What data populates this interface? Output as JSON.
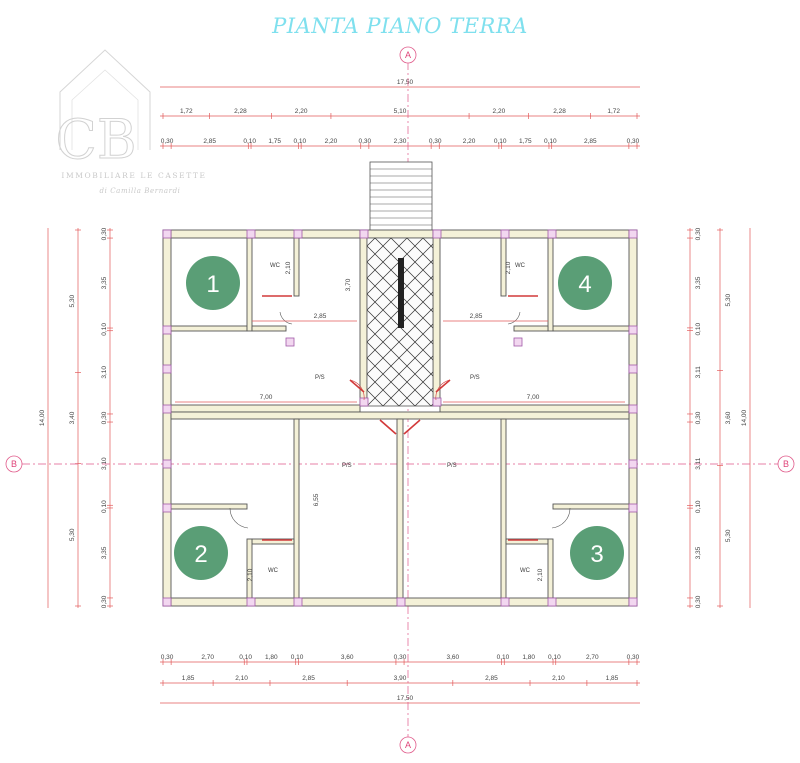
{
  "title": "PIANTA PIANO TERRA",
  "brand": {
    "monogram": "CB",
    "line1": "IMMOBILIARE LE CASETTE",
    "line2": "di Camilla Bernardi",
    "color": "#c9c9c9"
  },
  "colors": {
    "title": "#7fe0ee",
    "dim_line": "#e25a5a",
    "axis": "#e05a8a",
    "badge": "#5a9e76",
    "wall_fill": "#f4f1d8",
    "pillar": "#f2d7f0",
    "annotation": "#33c2d6"
  },
  "axes": {
    "vertical": "A",
    "horizontal": "B"
  },
  "units": [
    "1",
    "4",
    "2",
    "3"
  ],
  "dims_top": {
    "total": "17,50",
    "row2": [
      "1,72",
      "2,28",
      "2,20",
      "5,10",
      "2,20",
      "2,28",
      "1,72"
    ],
    "row3": [
      "0,30",
      "2,85",
      "0,10",
      "1,75",
      "0,10",
      "2,20",
      "0,30",
      "2,30",
      "0,30",
      "2,20",
      "0,10",
      "1,75",
      "0,10",
      "2,85",
      "0,30"
    ]
  },
  "dims_bottom": {
    "row1": [
      "0,30",
      "2,70",
      "0,10",
      "1,80",
      "0,10",
      "3,60",
      "0,30",
      "3,60",
      "0,10",
      "1,80",
      "0,10",
      "2,70",
      "0,30"
    ],
    "row2": [
      "1,85",
      "2,10",
      "2,85",
      "3,90",
      "2,85",
      "2,10",
      "1,85"
    ],
    "total": "17,50"
  },
  "dims_left": {
    "col1": [
      "0,30",
      "3,35",
      "0,10",
      "3,10",
      "0,30",
      "3,10",
      "0,10",
      "3,35",
      "0,30"
    ],
    "col2": [
      "5,30",
      "3,40",
      "5,30"
    ],
    "total": "14,00"
  },
  "dims_right": {
    "col1": [
      "0,30",
      "3,35",
      "0,10",
      "3,11",
      "0,30",
      "3,11",
      "0,10",
      "3,35",
      "0,30"
    ],
    "col2": [
      "5,30",
      "3,60",
      "5,30"
    ],
    "total": "14,00"
  },
  "interior": {
    "corridor_w": "7,00",
    "room_w": "2,85",
    "room_h": "3,70",
    "stair_h": "6,55",
    "wc_h": "2,10",
    "wc": "WC",
    "pp": "P/S"
  }
}
